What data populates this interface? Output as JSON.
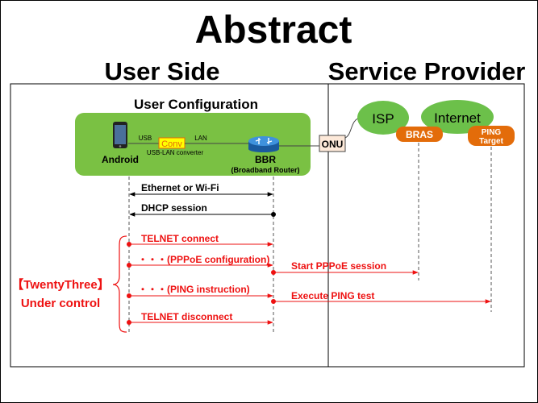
{
  "title": "Abstract",
  "sides": {
    "user": "User Side",
    "provider": "Service Provider"
  },
  "config": {
    "title": "User Configuration",
    "android": "Android",
    "usb": "USB",
    "conv": "Conv",
    "lan": "LAN",
    "converter": "USB-LAN converter",
    "bbr": "BBR",
    "bbr_sub": "(Broadband Router)"
  },
  "network": {
    "onu": "ONU",
    "isp": "ISP",
    "internet": "Internet",
    "bras": "BRAS",
    "ping_target_1": "PING",
    "ping_target_2": "Target"
  },
  "messages": {
    "ethernet": "Ethernet or Wi-Fi",
    "dhcp": "DHCP session",
    "telnet_connect": "TELNET connect",
    "pppoe_config": "・・・(PPPoE configuration)",
    "start_pppoe": "Start PPPoE session",
    "ping_instruction": "・・・(PING instruction)",
    "execute_ping": "Execute PING test",
    "telnet_disconnect": "TELNET disconnect"
  },
  "control": {
    "line1": "【TwentyThree】",
    "line2": "Under control"
  },
  "colors": {
    "green": "#7ac143",
    "ellipse_green": "#6cc04a",
    "orange": "#e36c0a",
    "red": "#ee1111",
    "conv_fill": "#ffff00",
    "onu_fill": "#fde9d9",
    "router_blue": "#1f6fbf"
  }
}
